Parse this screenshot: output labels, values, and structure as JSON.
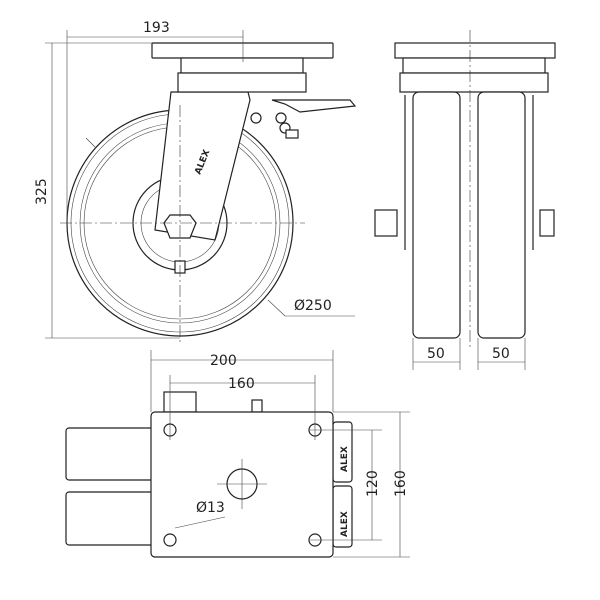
{
  "dimensions": {
    "side_width": "193",
    "side_height": "325",
    "wheel_diameter": "Ø250",
    "wheel_width_1": "50",
    "wheel_width_2": "50",
    "plate_width": "200",
    "hole_spacing_x": "160",
    "hole_spacing_y": "120",
    "plate_depth": "160",
    "hole_diameter": "Ø13"
  },
  "labels": {
    "brand_fork": "ALEX",
    "tread_1": "ALEX",
    "tread_2": "ALEX"
  }
}
